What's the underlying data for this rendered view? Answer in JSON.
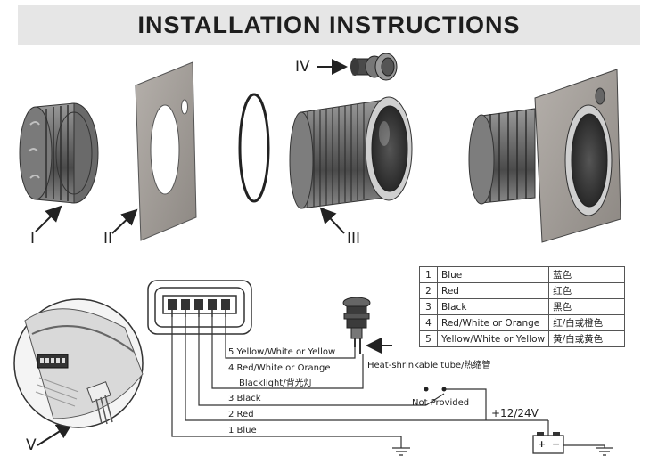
{
  "title": "INSTALLATION INSTRUCTIONS",
  "parts": {
    "p1": "I",
    "p2": "II",
    "p3": "III",
    "p4": "IV",
    "p5": "V"
  },
  "color_table": [
    {
      "num": "1",
      "en": "Blue",
      "zh": "蓝色"
    },
    {
      "num": "2",
      "en": "Red",
      "zh": "红色"
    },
    {
      "num": "3",
      "en": "Black",
      "zh": "黑色"
    },
    {
      "num": "4",
      "en": "Red/White or Orange",
      "zh": "红/白或橙色"
    },
    {
      "num": "5",
      "en": "Yellow/White or Yellow",
      "zh": "黄/白或黄色"
    }
  ],
  "wires": {
    "w5": "5  Yellow/White or Yellow",
    "w4a": "4  Red/White or Orange",
    "w4b": "Blacklight/背光灯",
    "w3": "3  Black",
    "w2": "2  Red",
    "w1": "1  Blue"
  },
  "heat_shrink": "Heat-shrinkable tube/热缩管",
  "not_provided": "Not Provided",
  "voltage": "+12/24V",
  "battery_plus": "+",
  "battery_minus": "−"
}
